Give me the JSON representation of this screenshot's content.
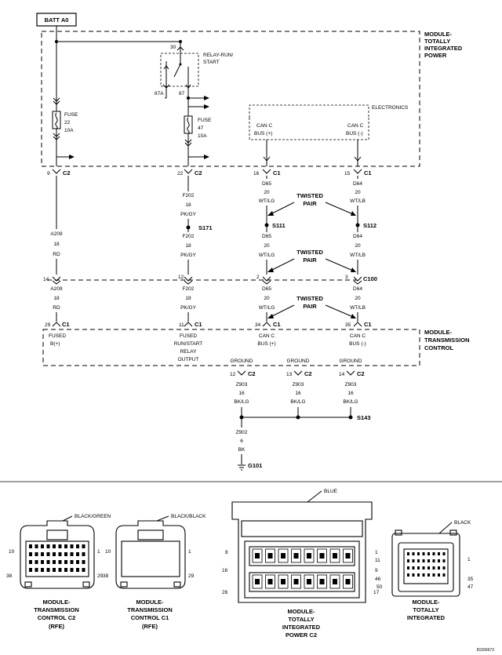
{
  "battery": "BATT A0",
  "modules": {
    "tipm": [
      "MODULE-",
      "TOTALLY",
      "INTEGRATED",
      "POWER"
    ],
    "tcm": [
      "MODULE-",
      "TRANSMISSION",
      "CONTROL"
    ],
    "electronics": "ELECTRONICS"
  },
  "relay": {
    "pin_in": "30",
    "label1": "RELAY-RUN/",
    "label2": "START",
    "pin_87a": "87A",
    "pin_87": "87"
  },
  "fuses": [
    {
      "word": "FUSE",
      "num": "22",
      "amp": "10A"
    },
    {
      "word": "FUSE",
      "num": "47",
      "amp": "10A"
    }
  ],
  "tipm_pins": {
    "p9": "9",
    "p22": "22",
    "p16": "16",
    "p15": "15",
    "c2": "C2",
    "c1": "C1"
  },
  "can_labels": {
    "can_c": "CAN C",
    "bus_pos": "BUS (+)",
    "bus_neg": "BUS (-)"
  },
  "wires": {
    "a209": [
      "A209",
      "18",
      "RD"
    ],
    "f202": [
      "F202",
      "18",
      "PK/GY"
    ],
    "d65": [
      "D65",
      "20",
      "WT/LG"
    ],
    "d64": [
      "D64",
      "20",
      "WT/LB"
    ],
    "z903": [
      "Z903",
      "16",
      "BK/LG"
    ],
    "z902": [
      "Z902",
      "6",
      "BK"
    ]
  },
  "twisted": [
    "TWISTED",
    "PAIR"
  ],
  "splices": {
    "s171": "S171",
    "s111": "S111",
    "s112": "S112",
    "s143": "S143"
  },
  "c100": {
    "p14": "14",
    "p12": "12",
    "p2": "2",
    "p3": "3",
    "name": "C100"
  },
  "tcm_pins": {
    "p29": "29",
    "p11": "11",
    "p34": "34",
    "p35": "35",
    "c1": "C1",
    "c2": "C2"
  },
  "tcm_labels": {
    "fused": "FUSED",
    "bplus": "B(+)",
    "run1": "FUSED",
    "run2": "RUN/START",
    "run3": "RELAY",
    "run4": "OUTPUT",
    "ground": "GROUND"
  },
  "gnd_pins": {
    "g12": "12",
    "g13": "13",
    "g14": "14"
  },
  "ground_point": "G101",
  "connectors": {
    "c2_color": "BLACK/GREEN",
    "c1_color": "BLACK/BLACK",
    "tipm_color": "BLUE",
    "int_color": "BLACK",
    "c2_pins": [
      "10",
      "1",
      "38",
      "29"
    ],
    "c1_pins": [
      "10",
      "1",
      "38",
      "29"
    ],
    "tipm_pins": [
      "8",
      "1",
      "11",
      "16",
      "9",
      "46",
      "26",
      "50",
      "17"
    ],
    "int_pins": [
      "1",
      "35",
      "47"
    ],
    "c2_name": [
      "MODULE-",
      "TRANSMISSION",
      "CONTROL C2",
      "(RFE)"
    ],
    "c1_name": [
      "MODULE-",
      "TRANSMISSION",
      "CONTROL C1",
      "(RFE)"
    ],
    "tipm_name": [
      "MODULE-",
      "TOTALLY",
      "INTEGRATED",
      "POWER C2"
    ],
    "int_name": [
      "MODULE-",
      "TOTALLY",
      "INTEGRATED"
    ]
  },
  "figure_id": "81566673"
}
